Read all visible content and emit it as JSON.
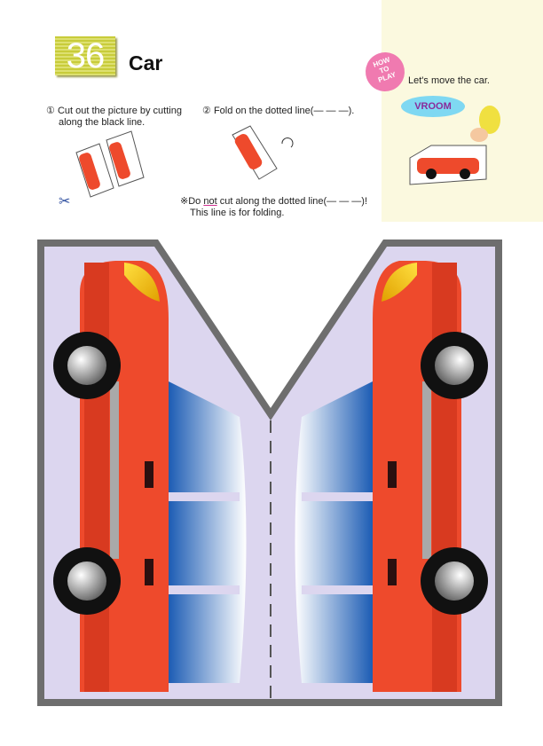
{
  "header": {
    "number": "36",
    "title": "Car"
  },
  "steps": [
    {
      "marker": "①",
      "text": "Cut out the picture by cutting",
      "text2": "along the black line."
    },
    {
      "marker": "②",
      "text": "Fold on the dotted line(— — —)."
    }
  ],
  "note": {
    "prefix": "※Do ",
    "emphasis": "not",
    "rest": " cut along the dotted line(— — —)!",
    "line2": "This line is for folding."
  },
  "how_to_play": {
    "badge_line1": "HOW",
    "badge_line2": "TO",
    "badge_line3": "PLAY",
    "instruction": "Let's move the car.",
    "sound": "VROOM"
  },
  "colors": {
    "car_red": "#ee4a2c",
    "background_lavender": "#dcd6ef",
    "border_gray": "#6e6e6e",
    "window_blue": "#2c6cc0"
  }
}
